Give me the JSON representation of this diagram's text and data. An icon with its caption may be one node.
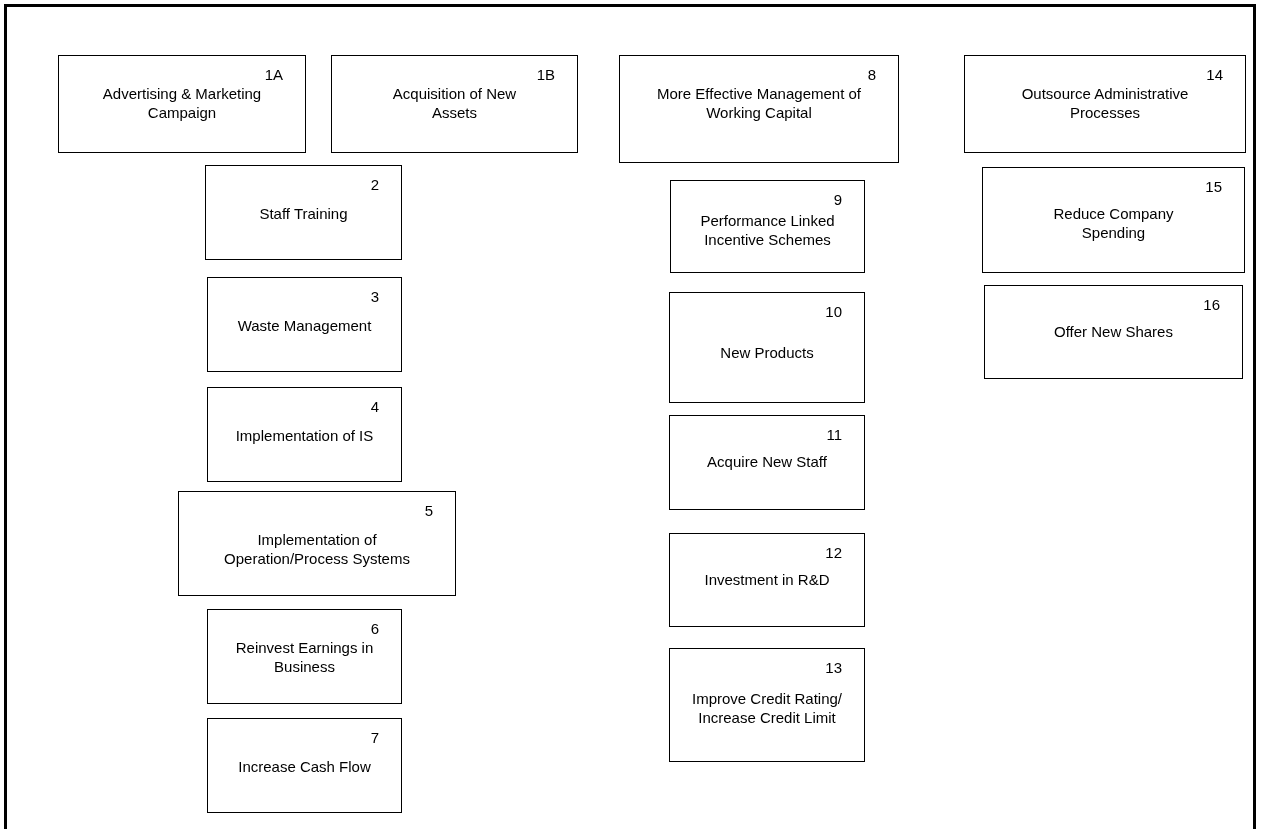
{
  "diagram": {
    "nodes": [
      {
        "text": [
          "1A",
          "Advertising & Marketing Campaign"
        ]
      },
      {
        "text": [
          "1B",
          "Acquisition of New Assets"
        ]
      },
      {
        "text": [
          "2",
          "Staff Training"
        ]
      },
      {
        "text": [
          "3",
          "Waste Management"
        ]
      },
      {
        "text": [
          "4",
          "Implementation of IS"
        ]
      },
      {
        "text": [
          "5",
          "Implementation of Operation/Process Systems"
        ]
      },
      {
        "text": [
          "6",
          "Reinvest Earnings in Business"
        ]
      },
      {
        "text": [
          "7",
          "Increase Cash Flow"
        ]
      },
      {
        "text": [
          "8",
          "More Effective Management of Working Capital"
        ]
      },
      {
        "text": [
          "9",
          "Performance Linked Incentive Schemes"
        ]
      },
      {
        "text": [
          "10",
          "New Products"
        ]
      },
      {
        "text": [
          "11",
          "Acquire New Staff"
        ]
      },
      {
        "text": [
          "12",
          "Investment in R&D"
        ]
      },
      {
        "text": [
          "13",
          "Improve Credit Rating/ Increase Credit Limit"
        ]
      },
      {
        "text": [
          "14",
          "Outsource Administrative Processes"
        ]
      },
      {
        "text": [
          "15",
          "Reduce Company Spending"
        ]
      },
      {
        "text": [
          "16",
          "Offer New Shares"
        ]
      }
    ]
  }
}
